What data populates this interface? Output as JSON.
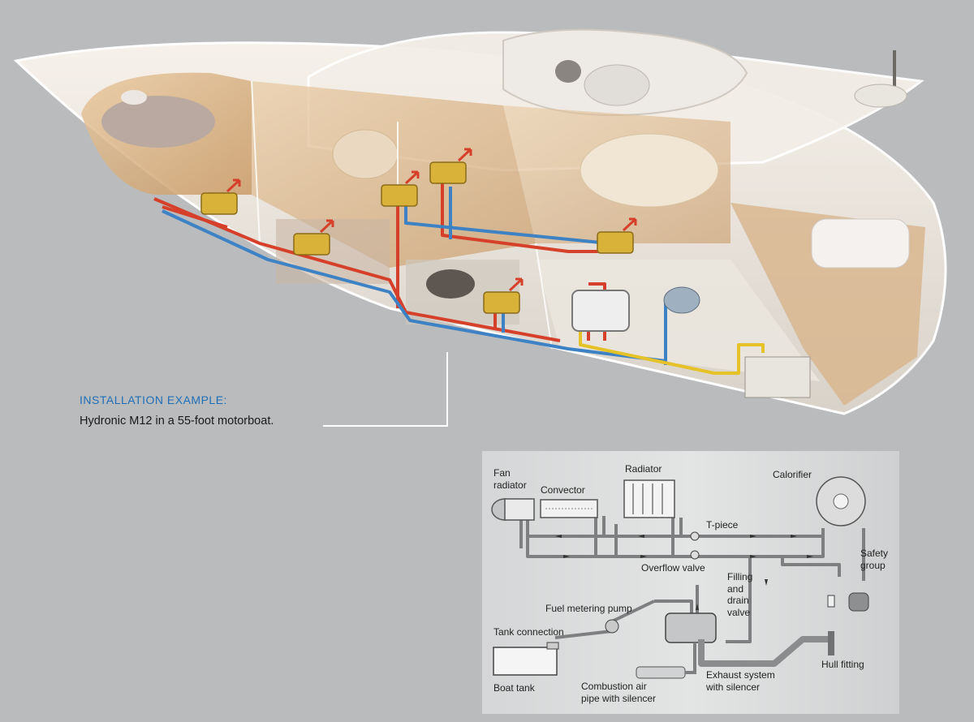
{
  "caption": {
    "title": "INSTALLATION EXAMPLE:",
    "text": "Hydronic M12 in a 55-foot motorboat."
  },
  "schematic_labels": {
    "fan_radiator": "Fan\nradiator",
    "convector": "Convector",
    "radiator": "Radiator",
    "calorifier": "Calorifier",
    "t_piece": "T-piece",
    "overflow_valve": "Overflow valve",
    "safety_group": "Safety\ngroup",
    "filling_drain_valve": "Filling\nand\ndrain\nvalve",
    "fuel_metering_pump": "Fuel metering pump",
    "tank_connection": "Tank connection",
    "boat_tank": "Boat tank",
    "combustion_air": "Combustion air\npipe with silencer",
    "exhaust_system": "Exhaust system\nwith silencer",
    "hull_fitting": "Hull fitting"
  },
  "colors": {
    "background": "#b9bbbc",
    "caption_title": "#1f6fb8",
    "flow_pipe": "#d6402a",
    "return_pipe": "#3d82c4",
    "fuel_pipe": "#e6c229",
    "heater_unit": "#d9b23a"
  }
}
